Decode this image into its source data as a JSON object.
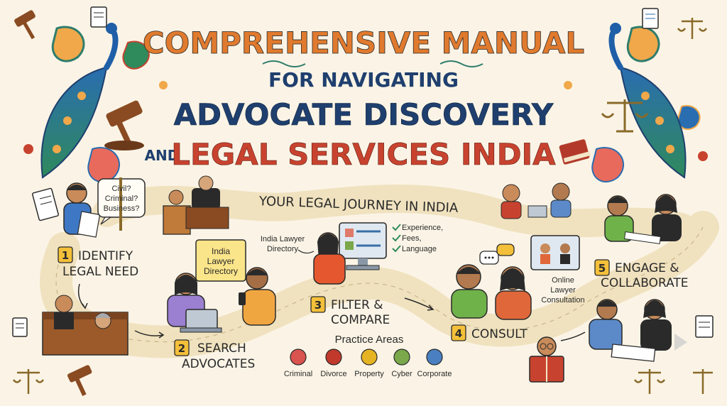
{
  "title": {
    "line1": "COMPREHENSIVE MANUAL",
    "line2": "FOR NAVIGATING",
    "line3": "ADVOCATE DISCOVERY",
    "line4_and": "AND",
    "line4": "LEGAL SERVICES INDIA"
  },
  "banner": "YOUR LEGAL JOURNEY IN INDIA",
  "need_bubble": [
    "Civil?",
    "Criminal?",
    "Business?"
  ],
  "directory_caption": [
    "India Lawyer",
    "Directory"
  ],
  "directory_note": [
    "India",
    "Lawyer",
    "Directory"
  ],
  "criteria": [
    "Experience,",
    "Fees,",
    "Language"
  ],
  "online_caption": [
    "Online",
    "Lawyer",
    "Consultation"
  ],
  "steps": [
    {
      "num": "1",
      "lines": [
        "IDENTIFY",
        "LEGAL NEED"
      ]
    },
    {
      "num": "2",
      "lines": [
        "SEARCH",
        "ADVOCATES"
      ]
    },
    {
      "num": "3",
      "lines": [
        "FILTER &",
        "COMPARE"
      ]
    },
    {
      "num": "4",
      "lines": [
        "CONSULT"
      ]
    },
    {
      "num": "5",
      "lines": [
        "ENGAGE &",
        "COLLABORATE"
      ]
    }
  ],
  "practice_areas": {
    "title": "Practice Areas",
    "items": [
      {
        "label": "Criminal",
        "icon": "gavel-icon",
        "color": "#d9534f"
      },
      {
        "label": "Divorce",
        "icon": "broken-heart-icon",
        "color": "#c0392b"
      },
      {
        "label": "Property",
        "icon": "house-icon",
        "color": "#e6b422"
      },
      {
        "label": "Cyber",
        "icon": "laptop-icon",
        "color": "#7aa84a"
      },
      {
        "label": "Corporate",
        "icon": "building-icon",
        "color": "#4a7fc1"
      }
    ]
  },
  "colors": {
    "orange": "#e07a2e",
    "blue_title": "#3a6ea5",
    "navy": "#1f3f6e",
    "red": "#c8432f",
    "teal": "#2f7d6d",
    "path": "#f0e2bf",
    "ink": "#2a2a2a"
  }
}
